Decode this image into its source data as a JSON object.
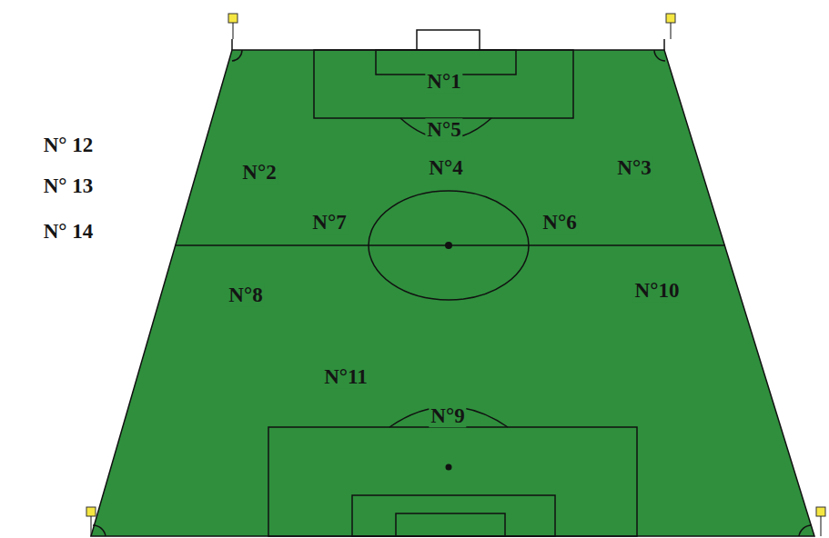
{
  "diagram": {
    "labels": [
      "N°1",
      "N°5",
      "N° 12",
      "N°2",
      "N°4",
      "N°3",
      "N° 13",
      "N°7",
      "N°6",
      "N° 14",
      "N°8",
      "N°10",
      "N°11",
      "N°9"
    ]
  }
}
